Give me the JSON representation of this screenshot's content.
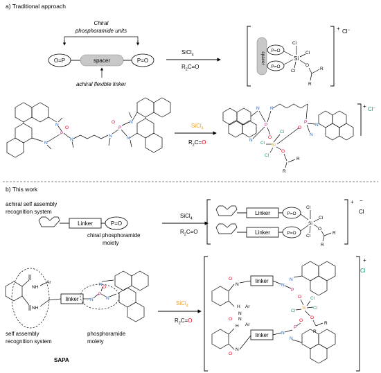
{
  "section_a": {
    "heading": "a) Traditional approach",
    "chiral_label_1": "Chiral",
    "chiral_label_2": "phosphoramide units",
    "left_po": "O=P",
    "spacer": "spacer",
    "right_po": "P=O",
    "achiral_linker": "achiral flexible linker",
    "reagent_1": "SiCl",
    "reagent_1_sub": "4",
    "reagent_2_prefix": "R",
    "reagent_2_sub": "2",
    "reagent_2_suffix": "C=O",
    "complex_spacer": "spacer",
    "complex_po_top": "P=O",
    "complex_po_bottom": "P=O",
    "complex_si": "Si",
    "complex_cl": "Cl",
    "complex_charge": "+",
    "complex_counter": "Cl",
    "complex_counter_charge": "−",
    "complex_o": "O",
    "complex_r": "R",
    "mol_n": "N",
    "mol_p": "P",
    "mol_o": "O",
    "arrow2_si": "SiCl",
    "arrow2_si_sub": "4",
    "arrow2_r": "R",
    "arrow2_r_sub": "2",
    "arrow2_c": "C=",
    "arrow2_o": "O",
    "product_charge": "+",
    "product_counter": "Cl",
    "product_counter_charge": "−"
  },
  "section_b": {
    "heading": "b) This work",
    "self_assembly_1": "achiral self assembly",
    "self_assembly_2": "recognition system",
    "linker": "Linker",
    "po": "P=O",
    "chiral_moiety_1": "chiral phosphoramide",
    "chiral_moiety_2": "moiety",
    "reagent_1": "SiCl",
    "reagent_1_sub": "4",
    "reagent_2_prefix": "R",
    "reagent_2_sub": "2",
    "reagent_2_suffix": "C=O",
    "complex_linker": "Linker",
    "complex_po": "P=O",
    "complex_si": "Si",
    "complex_cl": "Cl",
    "complex_o": "O",
    "complex_r": "R",
    "complex_charge": "+",
    "complex_counter": "Cl",
    "complex_counter_charge": "−",
    "sapa_nh": "NH",
    "sapa_ar": "Ar",
    "sapa_linker": "linker",
    "sapa_n": "N",
    "sapa_p": "P",
    "sapa_o": "O",
    "self_recog_1": "self assembly",
    "self_recog_2": "recognition system",
    "phos_1": "phosphoramide",
    "phos_2": "moiety",
    "sapa_name": "SAPA",
    "arrow2_si": "SiCl",
    "arrow2_si_sub": "4",
    "arrow2_r": "R",
    "arrow2_r_sub": "2",
    "arrow2_c": "C=",
    "arrow2_o": "O",
    "prod_linker": "linker",
    "prod_h": "H",
    "prod_n": "N",
    "prod_ar": "Ar",
    "prod_charge": "+",
    "prod_counter": "Cl"
  },
  "colors": {
    "oxygen": "#e0001b",
    "phosphorus": "#b0197e",
    "nitrogen": "#1f5fbf",
    "chlorine": "#1a9c7a",
    "silicon": "#f0a020"
  }
}
